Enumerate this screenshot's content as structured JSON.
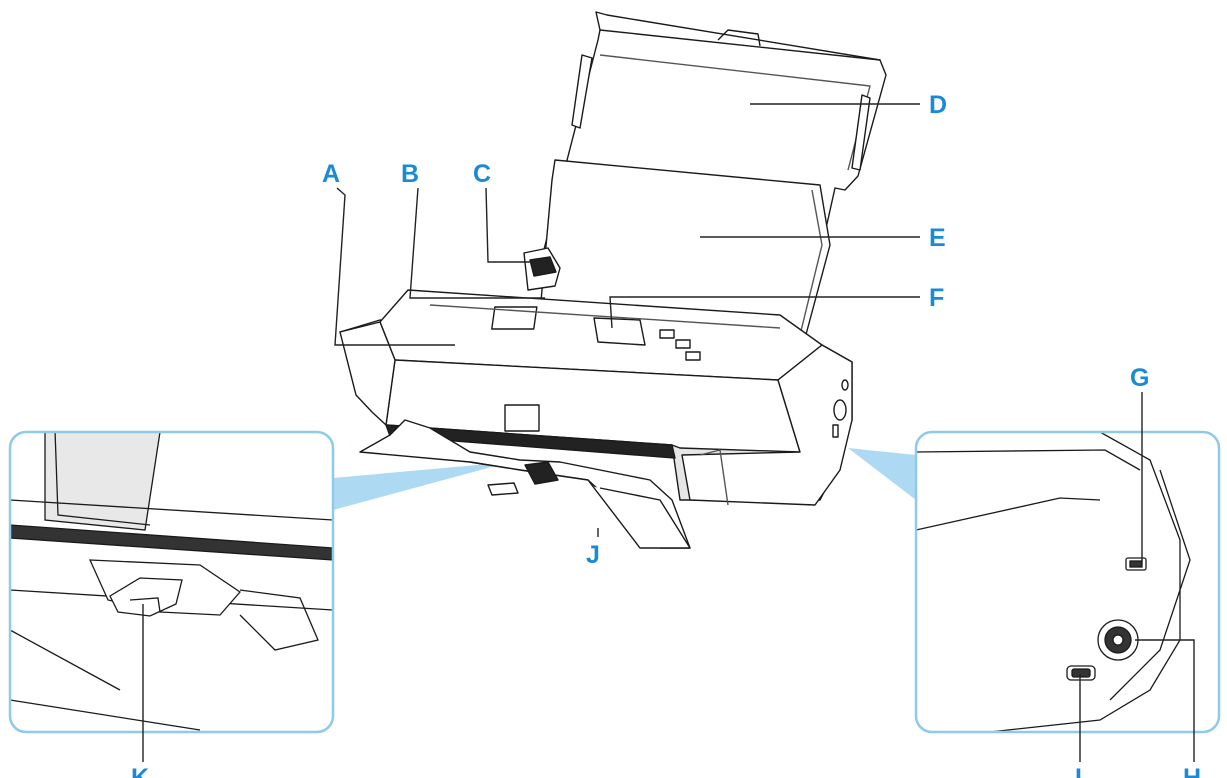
{
  "colors": {
    "label": "#1a8ad6",
    "leader": "#222222",
    "inset_border": "#8fc9ec",
    "callout_wedge": "#9fd3f0",
    "printer_fill": "#ffffff",
    "printer_stroke": "#1a1a1a",
    "printer_shade": "#e6e6e6"
  },
  "labels": [
    {
      "id": "A",
      "text": "A"
    },
    {
      "id": "B",
      "text": "B"
    },
    {
      "id": "C",
      "text": "C"
    },
    {
      "id": "D",
      "text": "D"
    },
    {
      "id": "E",
      "text": "E"
    },
    {
      "id": "F",
      "text": "F"
    },
    {
      "id": "G",
      "text": "G"
    },
    {
      "id": "H",
      "text": "H"
    },
    {
      "id": "I",
      "text": "I"
    },
    {
      "id": "J",
      "text": "J"
    },
    {
      "id": "K",
      "text": "K"
    }
  ]
}
